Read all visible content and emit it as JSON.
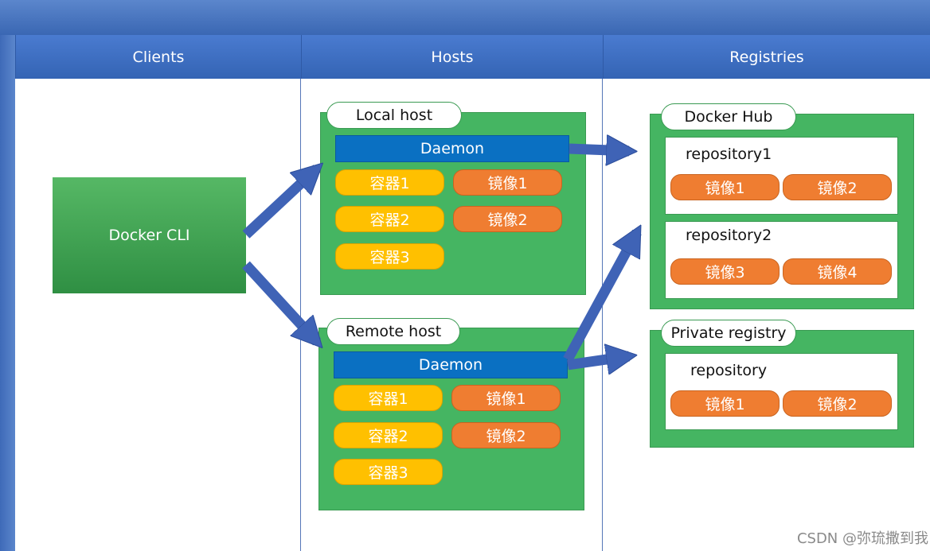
{
  "columns": {
    "clients": "Clients",
    "hosts": "Hosts",
    "registries": "Registries"
  },
  "client": {
    "label": "Docker CLI"
  },
  "local_host": {
    "title": "Local host",
    "daemon": "Daemon",
    "containers": [
      "容器1",
      "容器2",
      "容器3"
    ],
    "images": [
      "镜像1",
      "镜像2"
    ]
  },
  "remote_host": {
    "title": "Remote host",
    "daemon": "Daemon",
    "containers": [
      "容器1",
      "容器2",
      "容器3"
    ],
    "images": [
      "镜像1",
      "镜像2"
    ]
  },
  "docker_hub": {
    "title": "Docker Hub",
    "repositories": [
      {
        "name": "repository1",
        "images": [
          "镜像1",
          "镜像2"
        ]
      },
      {
        "name": "repository2",
        "images": [
          "镜像3",
          "镜像4"
        ]
      }
    ]
  },
  "private_registry": {
    "title": "Private registry",
    "repositories": [
      {
        "name": "repository",
        "images": [
          "镜像1",
          "镜像2"
        ]
      }
    ]
  },
  "watermark": "CSDN @弥琉撒到我",
  "colors": {
    "header": "#3a67b3",
    "green": "#45b562",
    "daemon": "#0a70c2",
    "container": "#ffc000",
    "image": "#ef7d31",
    "arrow": "#3f63b6"
  }
}
